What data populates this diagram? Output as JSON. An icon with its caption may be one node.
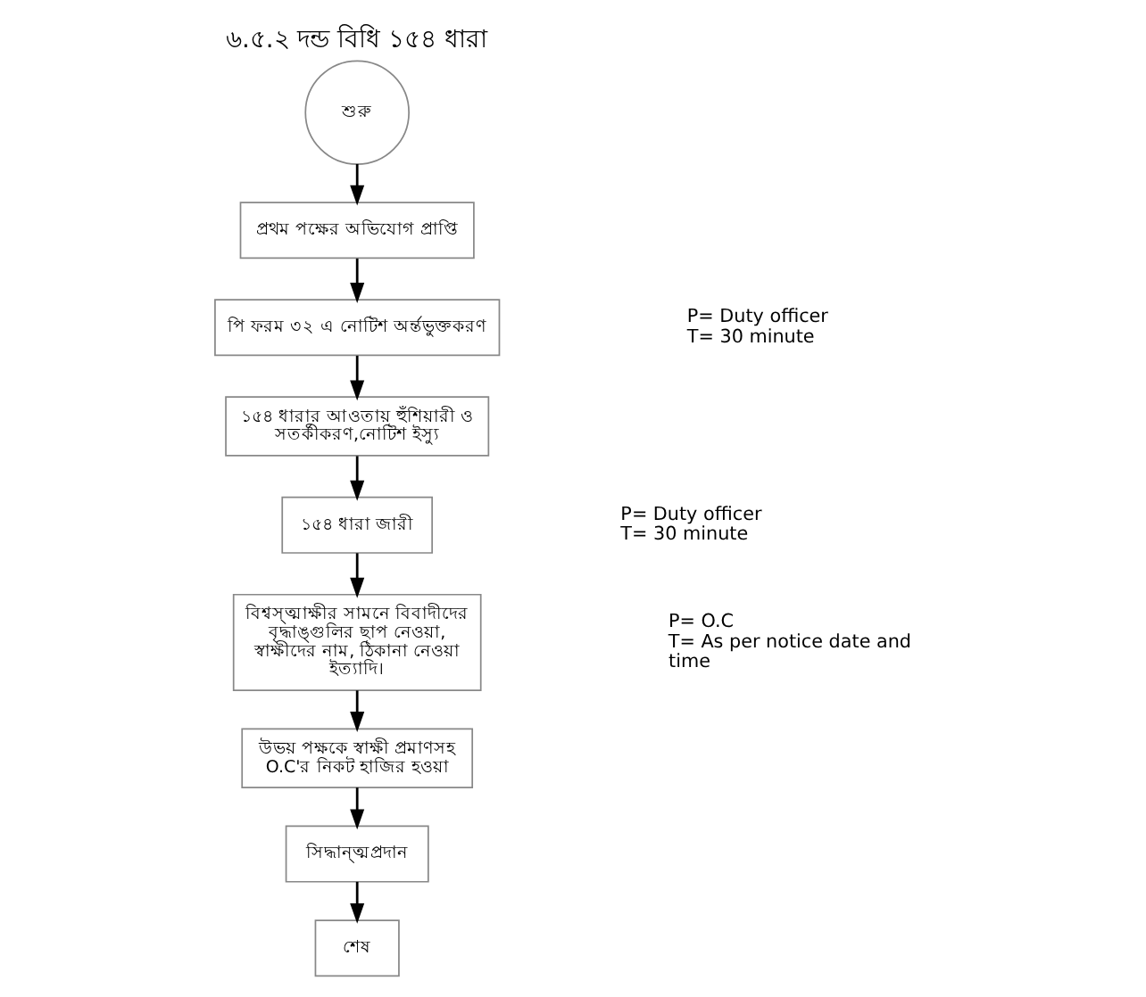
{
  "diagram": {
    "title": "৬.৫.২ দন্ড বিধি ১৫৪ ধারা",
    "nodes": [
      {
        "text": [
          "শুরু"
        ]
      },
      {
        "text": [
          "প্রথম পক্ষের অভিযোগ প্রাপ্তি"
        ]
      },
      {
        "text": [
          "পি ফরম ৩২ এ নোটিশ অর্ন্তভুক্তকরণ"
        ],
        "beside": [
          "P= Duty officer",
          "T= 30 minute"
        ]
      },
      {
        "text": [
          "১৫৪ ধারার আওতায় হুঁশিয়ারী ও সতর্কীকরণ,নোটিশ ইস্যু"
        ]
      },
      {
        "text": [
          "১৫৪ ধারা জারী"
        ],
        "beside": [
          "P= Duty officer",
          "T= 30 minute"
        ]
      },
      {
        "text": [
          "বিশ্বস্ত্মাক্ষীর সামনে বিবাদীদের বৃদ্ধাঙ্গুলির ছাপ নেওয়া, স্বাক্ষীদের নাম, ঠিকানা নেওয়া ইত্যাদি।"
        ],
        "beside": [
          "P= O.C",
          "T= As per notice date and time"
        ]
      },
      {
        "text": [
          "উভয় পক্ষকে স্বাক্ষী প্রমাণসহ O.C'র নিকট হাজির হওয়া"
        ]
      },
      {
        "text": [
          "সিদ্ধান্ত্মপ্রদান"
        ]
      },
      {
        "text": [
          "শেষ"
        ]
      }
    ],
    "edges": [
      {
        "from": 0,
        "to": 1,
        "arrow": "to"
      },
      {
        "from": 1,
        "to": 2,
        "arrow": "to"
      },
      {
        "from": 2,
        "to": 3,
        "arrow": "to"
      },
      {
        "from": 3,
        "to": 4,
        "arrow": "to"
      },
      {
        "from": 4,
        "to": 5,
        "arrow": "to"
      },
      {
        "from": 5,
        "to": 6,
        "arrow": "to"
      },
      {
        "from": 6,
        "to": 7,
        "arrow": "to"
      },
      {
        "from": 7,
        "to": 8,
        "arrow": "to"
      }
    ]
  }
}
